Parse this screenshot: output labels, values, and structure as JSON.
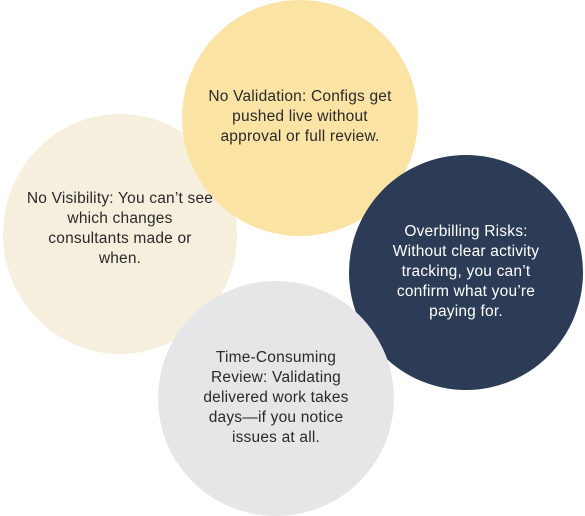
{
  "circles": {
    "visibility": {
      "text": "No Visibility: You can’t see which changes consultants made or when.",
      "color": "#f6efde"
    },
    "validation": {
      "text": "No Validation: Configs get pushed live without approval or full review.",
      "color": "#fbe3a4"
    },
    "overbilling": {
      "text": "Overbilling Risks: Without clear activity tracking, you can’t confirm what you’re paying for.",
      "color": "#2c3c56"
    },
    "review": {
      "text": "Time-Consuming Review: Validating delivered work takes days—if you notice issues at all.",
      "color": "#e6e6e9"
    }
  }
}
